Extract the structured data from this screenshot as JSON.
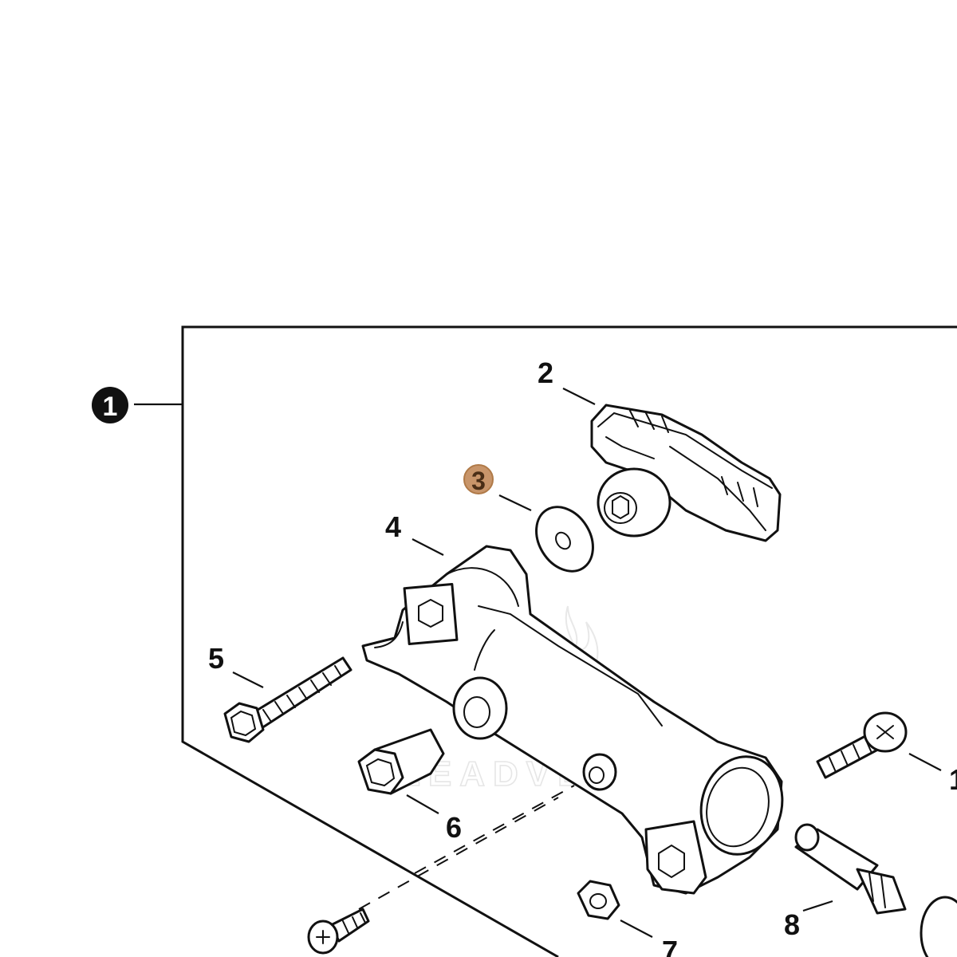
{
  "diagram": {
    "assembly_callout": "1",
    "highlight_color": "#c8956a",
    "callouts": [
      {
        "id": "2",
        "label": "2"
      },
      {
        "id": "3",
        "label": "3",
        "highlighted": true
      },
      {
        "id": "4",
        "label": "4"
      },
      {
        "id": "5",
        "label": "5"
      },
      {
        "id": "6",
        "label": "6"
      },
      {
        "id": "7",
        "label": "7"
      },
      {
        "id": "8",
        "label": "8"
      },
      {
        "id": "partial",
        "label": "1"
      }
    ],
    "watermark": {
      "text": "LEADVENTURE",
      "icon": "flame-logo-icon"
    }
  }
}
